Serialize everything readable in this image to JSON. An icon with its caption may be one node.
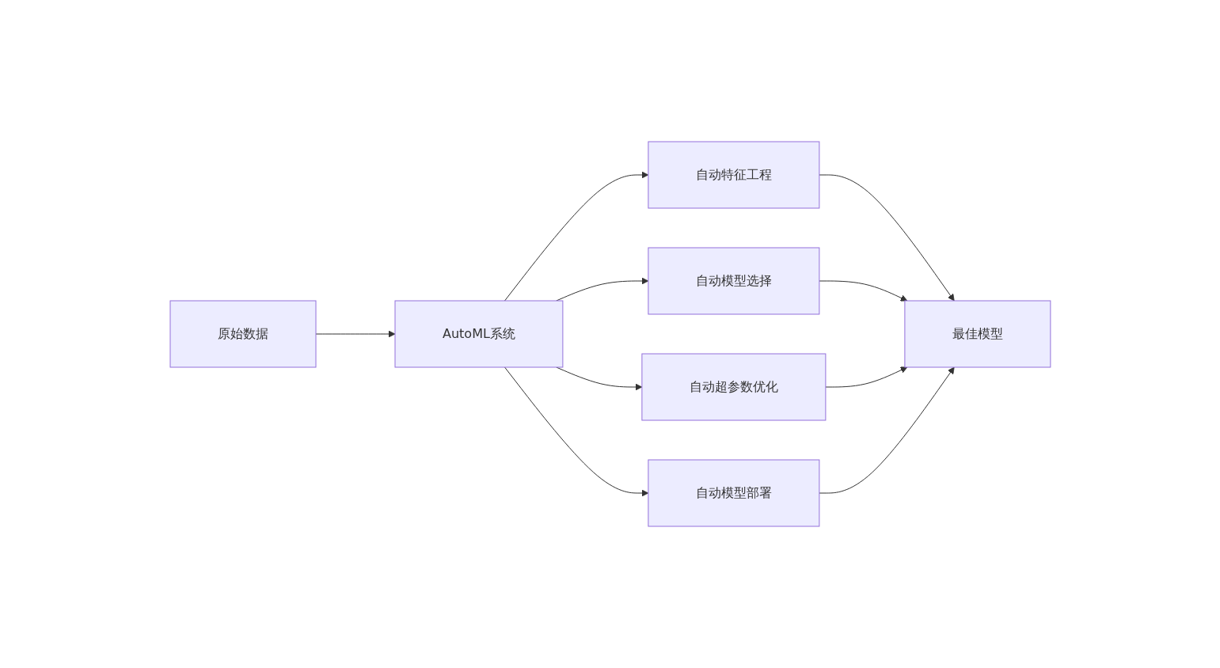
{
  "diagram": {
    "nodes": [
      {
        "text": [
          "原始数据"
        ]
      },
      {
        "text": [
          "AutoML系统"
        ]
      },
      {
        "text": [
          "自动特征工程"
        ]
      },
      {
        "text": [
          "自动模型选择"
        ]
      },
      {
        "text": [
          "自动超参数优化"
        ]
      },
      {
        "text": [
          "自动模型部署"
        ]
      },
      {
        "text": [
          "最佳模型"
        ]
      }
    ],
    "edges": [
      {
        "from": 0,
        "to": 1,
        "arrow": "to"
      },
      {
        "from": 1,
        "to": 2,
        "arrow": "to"
      },
      {
        "from": 1,
        "to": 3,
        "arrow": "to"
      },
      {
        "from": 1,
        "to": 4,
        "arrow": "to"
      },
      {
        "from": 1,
        "to": 5,
        "arrow": "to"
      },
      {
        "from": 2,
        "to": 6,
        "arrow": "to"
      },
      {
        "from": 3,
        "to": 6,
        "arrow": "to"
      },
      {
        "from": 4,
        "to": 6,
        "arrow": "to"
      },
      {
        "from": 5,
        "to": 6,
        "arrow": "to"
      }
    ]
  }
}
